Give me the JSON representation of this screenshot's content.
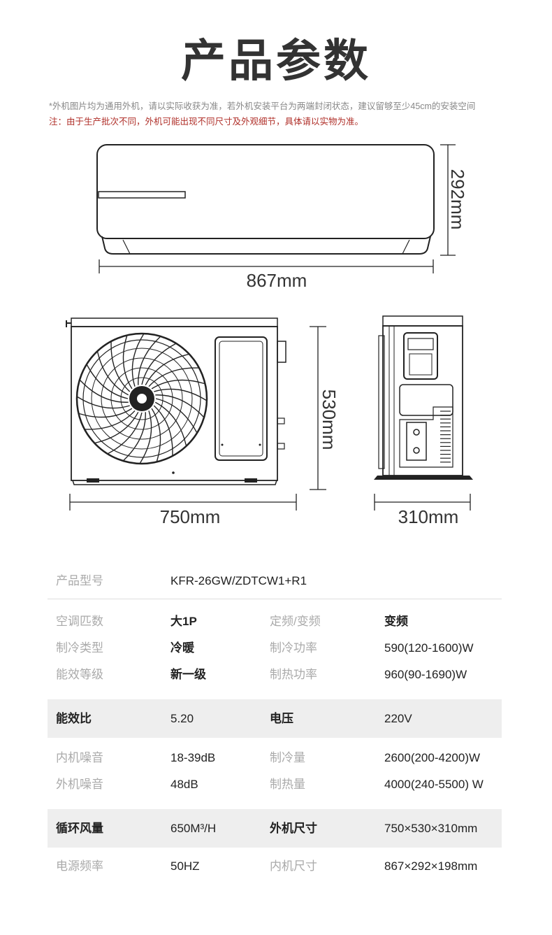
{
  "title": "产品参数",
  "notes": {
    "line1": "*外机图片均为通用外机，请以实际收获为准，若外机安装平台为两端封闭状态，建议留够至少45cm的安装空间",
    "line2": "注：由于生产批次不同，外机可能出现不同尺寸及外观细节，具体请以实物为准。"
  },
  "dimensions": {
    "indoor_width": "867mm",
    "indoor_height": "292mm",
    "outdoor_width": "750mm",
    "outdoor_height": "530mm",
    "outdoor_depth": "310mm"
  },
  "specs": {
    "model": {
      "label": "产品型号",
      "value": "KFR-26GW/ZDTCW1+R1"
    },
    "rows": [
      {
        "l1": "空调匹数",
        "v1": "大1P",
        "l2": "定频/变频",
        "v2": "变频"
      },
      {
        "l1": "制冷类型",
        "v1": "冷暖",
        "l2": "制冷功率",
        "v2": "590(120-1600)W"
      },
      {
        "l1": "能效等级",
        "v1": "新一级",
        "l2": "制热功率",
        "v2": "960(90-1690)W"
      },
      {
        "l1": "能效比",
        "v1": "5.20",
        "l2": "电压",
        "v2": "220V"
      },
      {
        "l1": "内机噪音",
        "v1": "18-39dB",
        "l2": "制冷量",
        "v2": "2600(200-4200)W"
      },
      {
        "l1": "外机噪音",
        "v1": "48dB",
        "l2": "制热量",
        "v2": "4000(240-5500) W"
      },
      {
        "l1": "循环风量",
        "v1": "650M³/H",
        "l2": "外机尺寸",
        "v2": "750×530×310mm"
      },
      {
        "l1": "电源频率",
        "v1": "50HZ",
        "l2": "内机尺寸",
        "v2": "867×292×198mm"
      }
    ]
  },
  "colors": {
    "accent_red": "#b0302a",
    "highlight_row": "#eeeeee"
  }
}
